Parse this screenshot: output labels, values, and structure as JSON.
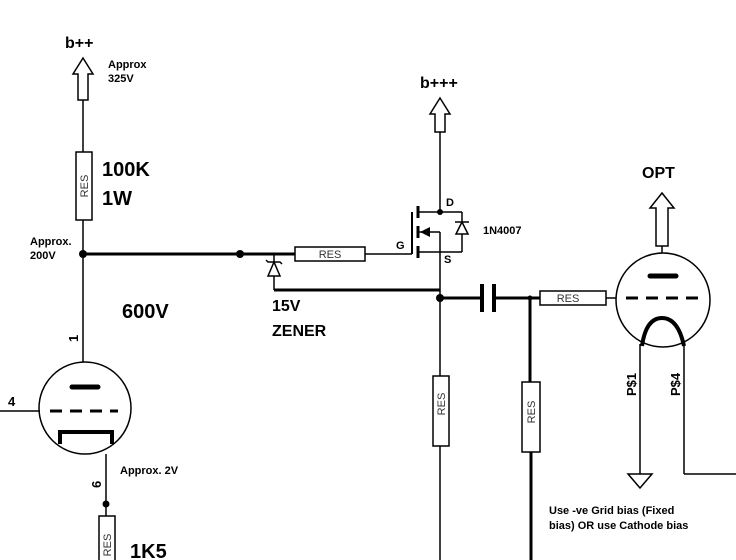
{
  "rails": {
    "bpp": "b++",
    "bppp": "b+++",
    "bpp_voltage_line1": "Approx",
    "bpp_voltage_line2": "325V",
    "opt": "OPT"
  },
  "resistors": {
    "generic": "RES",
    "anode_load_value": "100K",
    "anode_load_power": "1W",
    "cathode_value": "1K5"
  },
  "notes": {
    "plate_voltage_line1": "Approx.",
    "plate_voltage_line2": "200V",
    "tube_rating": "600V",
    "cathode_voltage": "Approx. 2V",
    "zener_value": "15V",
    "zener_label": "ZENER",
    "diode_label": "1N4007",
    "bias_line1": "Use -ve Grid bias (Fixed",
    "bias_line2": "bias) OR use Cathode bias"
  },
  "pins": {
    "plate": "1",
    "grid": "4",
    "cathode": "6",
    "drain": "D",
    "gate": "G",
    "source": "S",
    "power_pin1": "P$1",
    "power_pin4": "P$4"
  }
}
